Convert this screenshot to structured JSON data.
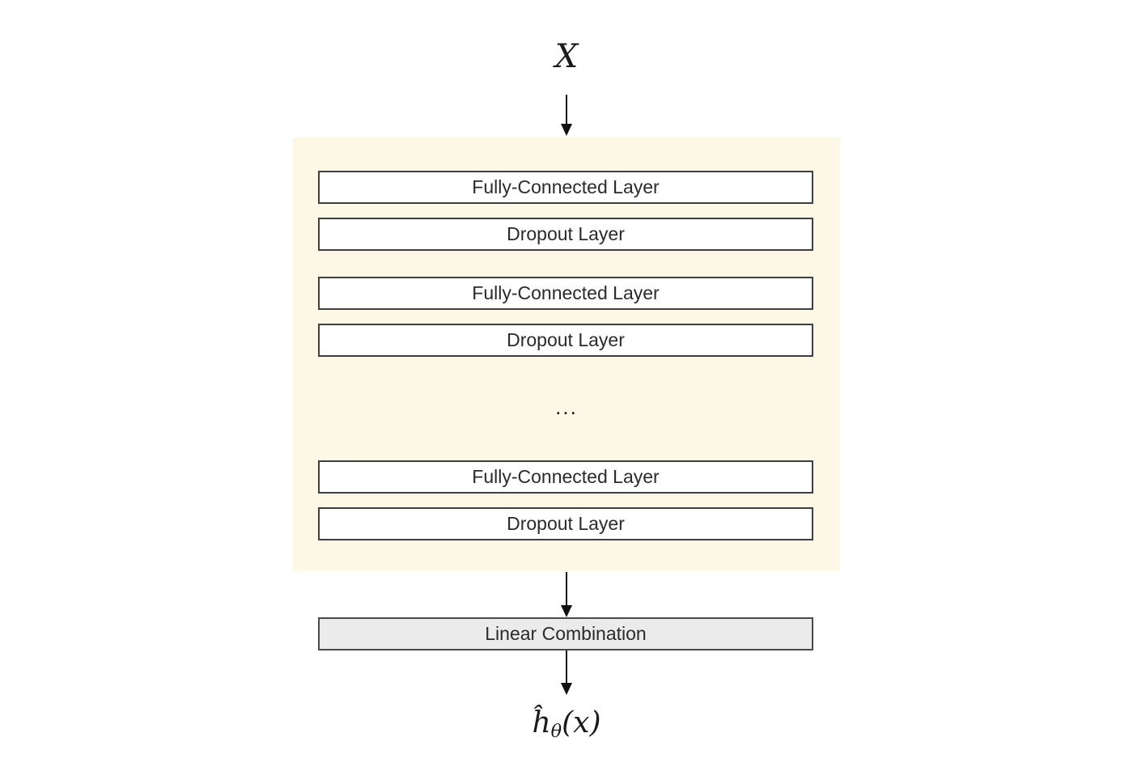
{
  "diagram": {
    "input_label": "X",
    "hidden_block": {
      "groups": [
        {
          "rows": [
            "Fully-Connected Layer",
            "Dropout Layer"
          ]
        },
        {
          "rows": [
            "Fully-Connected Layer",
            "Dropout Layer"
          ]
        },
        {
          "rows": [
            "Fully-Connected Layer",
            "Dropout Layer"
          ]
        }
      ],
      "ellipsis": "..."
    },
    "output_box_label": "Linear Combination",
    "output_expression": {
      "h_hat": "ĥ",
      "theta_sub": "θ",
      "arg": "(x)"
    },
    "colors": {
      "panel_background": "#fdf7e6",
      "layer_box_background": "#ffffff",
      "layer_box_border": "#3f3f3f",
      "output_box_background": "#ebebeb",
      "output_box_border": "#4a4a4a",
      "arrow": "#111111",
      "text": "#2b2b2b"
    }
  }
}
